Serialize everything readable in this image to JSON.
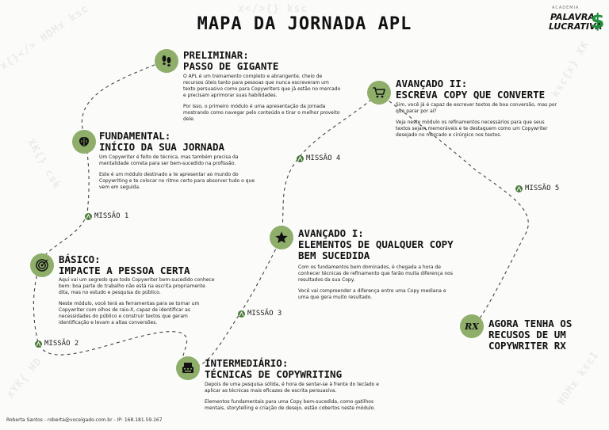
{
  "title": "MAPA DA JORNADA APL",
  "logo": {
    "top": "ACADEMIA",
    "line1": "PALAVRA",
    "line2": "LUCRATIVA",
    "symbol": "$"
  },
  "accent_color": "#8eae6a",
  "mission_color": "#4a7a3a",
  "stages": {
    "preliminar": {
      "icon": "footprints-icon",
      "title1": "PRELIMINAR:",
      "title2": "PASSO DE GIGANTE",
      "p1": "O APL é um treinamento completo e abrangente, cheio de recursos úteis tanto para pessoas que nunca escreveram um texto persuasivo como para Copywriters que já estão no mercado e precisam aprimorar suas habilidades.",
      "p2": "Por isso, o primeiro módulo é uma apresentação da jornada mostrando como navegar pelo conteúdo e tirar o melhor proveito dele."
    },
    "fundamental": {
      "icon": "brain-icon",
      "title1": "FUNDAMENTAL:",
      "title2": "INÍCIO DA SUA JORNADA",
      "p1": "Um Copywriter é feito de técnica, mas também precisa da mentalidade correta para ser bem-sucedido na profissão.",
      "p2": "Este é um módulo destinado a te apresentar ao mundo do Copywriting e te colocar no ritmo certo para absorver tudo o que vem em seguida."
    },
    "basico": {
      "icon": "target-icon",
      "title1": "BÁSICO:",
      "title2": "IMPACTE A PESSOA CERTA",
      "p1": "Aqui vai um segredo que todo Copywriter bem-sucedido conhece bem: boa parte do trabalho não está na escrita propriamente dita, mas no estudo e pesquisa do público.",
      "p2": "Neste módulo, você terá as ferramentas para se tornar um Copywriter com olhos de raio-X, capaz de identificar as necessidades do público e construir textos que geram identificação e levam a altas conversões."
    },
    "intermediario": {
      "icon": "typewriter-icon",
      "title1": "INTERMEDIÁRIO:",
      "title2": "TÉCNICAS DE COPYWRITING",
      "p1": "Depois de uma pesquisa sólida, é hora de sentar-se à frente do teclado e aplicar as técnicas mais eficazes de escrita persuasiva.",
      "p2": "Elementos fundamentais para uma Copy bem-sucedida, como gatilhos mentais, storytelling e criação de desejo, estão cobertos neste módulo."
    },
    "avancado1": {
      "icon": "star-icon",
      "title1": "AVANÇADO I:",
      "title2": "ELEMENTOS DE QUALQUER COPY",
      "title3": "BEM SUCEDIDA",
      "p1": "Com os fundamentos bem dominados, é chegada a hora de conhecer técnicas de refinamento que farão muita diferença nos resultados da sua Copy.",
      "p2": "Você vai compreender a diferença entre uma Copy mediana e uma que gera muito resultado."
    },
    "avancado2": {
      "icon": "cart-icon",
      "title1": "AVANÇADO II:",
      "title2": "ESCREVA COPY QUE CONVERTE",
      "p1": "Sim, você já é capaz de escrever textos de boa conversão, mas por que parar por aí?",
      "p2": "Veja neste módulo os refinamentos necessários para que seus textos sejam memoráveis e te destaquem como um Copywriter desejado no mercado e cirúrgico nos textos."
    },
    "final": {
      "icon": "rx-icon",
      "icon_text": "RX",
      "title1": "AGORA TENHA OS",
      "title2": "RECUSOS DE UM",
      "title3": "COPYWRITER RX"
    }
  },
  "missions": {
    "m1": "MISSÃO 1",
    "m2": "MISSÃO 2",
    "m3": "MISSÃO 3",
    "m4": "MISSÃO 4",
    "m5": "MISSÃO 5"
  },
  "footer": "Roberta Santos - roberta@vocelgado.com.br - IP: 168.181.59.167"
}
